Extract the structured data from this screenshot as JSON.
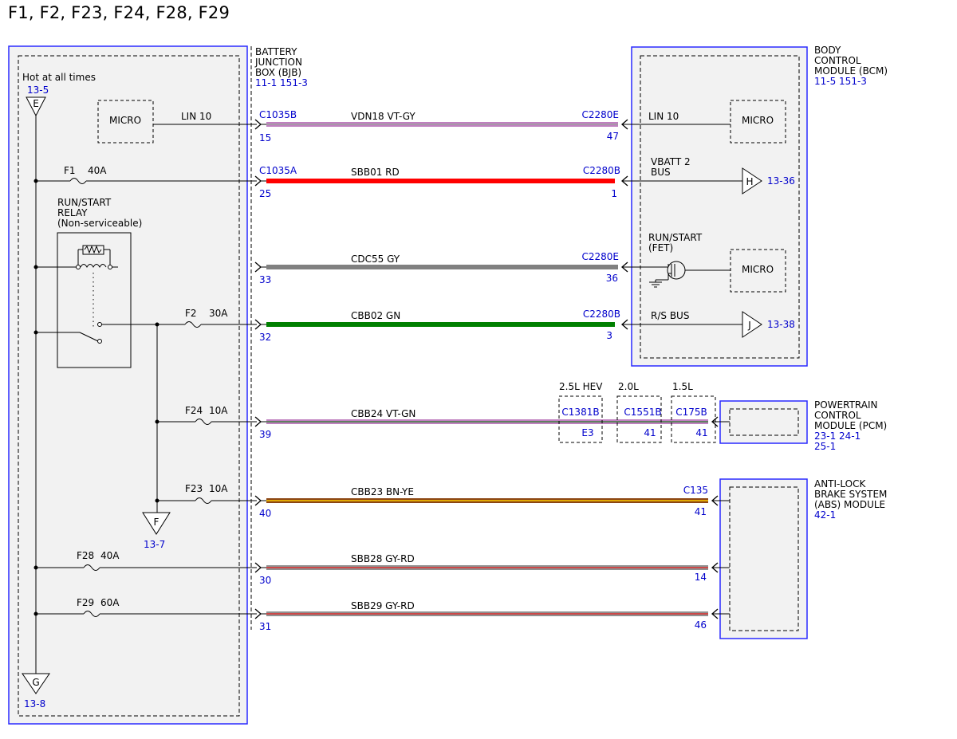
{
  "title": "F1, F2, F23, F24, F28, F29",
  "colors": {
    "ref_blue": "#0000cc",
    "module_border": "#2a2aff",
    "module_fill": "#f2f2f2"
  },
  "bjb": {
    "line1": "BATTERY",
    "line2": "JUNCTION",
    "line3": "BOX (BJB)",
    "refs": "11-1  151-3"
  },
  "bcm": {
    "line1": "BODY",
    "line2": "CONTROL",
    "line3": "MODULE (BCM)",
    "refs": "11-5  151-3"
  },
  "pcm": {
    "line1": "POWERTRAIN",
    "line2": "CONTROL",
    "line3": "MODULE (PCM)",
    "refs1": "23-1  24-1",
    "refs2": "25-1"
  },
  "abs": {
    "line1": "ANTI-LOCK",
    "line2": "BRAKE SYSTEM",
    "line3": "(ABS) MODULE",
    "refs": "42-1"
  },
  "hot": {
    "label": "Hot at all times",
    "ref": "13-5",
    "letter": "E"
  },
  "off_e": {
    "letter": "E"
  },
  "off_f": {
    "letter": "F",
    "ref": "13-7"
  },
  "off_g": {
    "letter": "G",
    "ref": "13-8"
  },
  "off_h": {
    "letter": "H",
    "ref": "13-36"
  },
  "off_j": {
    "letter": "J",
    "ref": "13-38"
  },
  "relay": {
    "line1": "RUN/START",
    "line2": "RELAY",
    "line3": "(Non-serviceable)"
  },
  "micro_bjb": "MICRO",
  "micro_bcm1": "MICRO",
  "micro_bcm2": "MICRO",
  "lin_left": "LIN 10",
  "lin_right": "LIN 10",
  "vbatt": {
    "line1": "VBATT 2",
    "line2": "BUS"
  },
  "runstart_fet": {
    "line1": "RUN/START",
    "line2": "(FET)"
  },
  "rs_bus": "R/S BUS",
  "fuses": {
    "f1": {
      "name": "F1",
      "amps": "40A"
    },
    "f2": {
      "name": "F2",
      "amps": "30A"
    },
    "f24": {
      "name": "F24",
      "amps": "10A"
    },
    "f23": {
      "name": "F23",
      "amps": "10A"
    },
    "f28": {
      "name": "F28",
      "amps": "40A"
    },
    "f29": {
      "name": "F29",
      "amps": "60A"
    }
  },
  "wires": [
    {
      "circuit": "VDN18  VT-GY",
      "left_conn": "C1035B",
      "left_pin": "15",
      "right_conn": "C2280E",
      "right_pin": "47",
      "base": "#c080c0",
      "stripe": "#a0a0a0"
    },
    {
      "circuit": "SBB01  RD",
      "left_conn": "C1035A",
      "left_pin": "25",
      "right_conn": "C2280B",
      "right_pin": "1",
      "base": "#ff0000",
      "stripe": "#ff0000"
    },
    {
      "circuit": "CDC55  GY",
      "left_conn": "",
      "left_pin": "33",
      "right_conn": "C2280E",
      "right_pin": "36",
      "base": "#808080",
      "stripe": "#808080"
    },
    {
      "circuit": "CBB02  GN",
      "left_conn": "",
      "left_pin": "32",
      "right_conn": "C2280B",
      "right_pin": "3",
      "base": "#008000",
      "stripe": "#008000"
    },
    {
      "circuit": "CBB24  VT-GN",
      "left_conn": "",
      "left_pin": "39",
      "right_conn": "",
      "right_pin": "",
      "base": "#c080c0",
      "stripe": "#408040"
    },
    {
      "circuit": "CBB23  BN-YE",
      "left_conn": "",
      "left_pin": "40",
      "right_conn": "C135",
      "right_pin": "41",
      "base": "#8b4513",
      "stripe": "#ffcc00"
    },
    {
      "circuit": "SBB28  GY-RD",
      "left_conn": "",
      "left_pin": "30",
      "right_conn": "",
      "right_pin": "14",
      "base": "#909090",
      "stripe": "#e03030"
    },
    {
      "circuit": "SBB29  GY-RD",
      "left_conn": "",
      "left_pin": "31",
      "right_conn": "",
      "right_pin": "46",
      "base": "#909090",
      "stripe": "#e03030"
    }
  ],
  "pcm_connectors": [
    {
      "engine": "2.5L HEV",
      "conn": "C1381B",
      "pin": "E3"
    },
    {
      "engine": "2.0L",
      "conn": "C1551B",
      "pin": "41"
    },
    {
      "engine": "1.5L",
      "conn": "C175B",
      "pin": "41"
    }
  ]
}
